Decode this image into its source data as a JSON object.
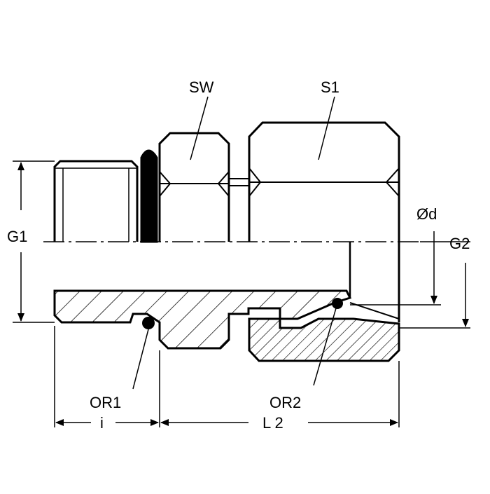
{
  "labels": {
    "sw": "SW",
    "s1": "S1",
    "g1": "G1",
    "g2": "G2",
    "od": "Ød",
    "or1": "OR1",
    "or2": "OR2",
    "i": "i",
    "l2": "L 2"
  },
  "colors": {
    "line": "#000000",
    "background": "#ffffff"
  }
}
